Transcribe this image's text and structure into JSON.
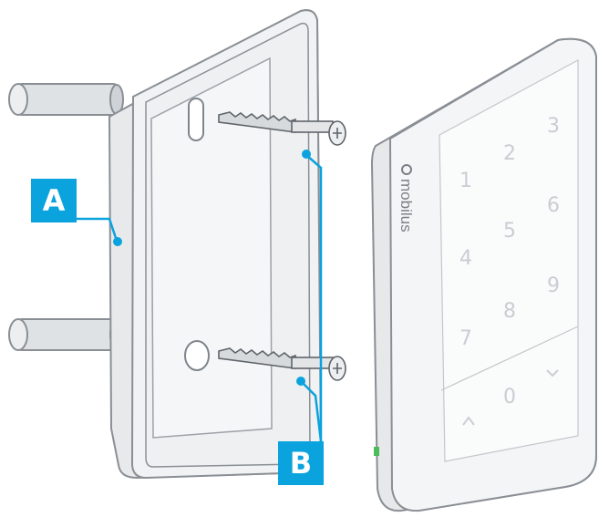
{
  "accent_color": "#0aa3de",
  "callouts": {
    "a": {
      "label": "A"
    },
    "b": {
      "label": "B"
    }
  },
  "keypad": {
    "brand": "mobilus",
    "keys": [
      "1",
      "2",
      "3",
      "4",
      "5",
      "6",
      "7",
      "8",
      "9",
      "0"
    ],
    "icons": [
      "back-arrow-icon",
      "check-icon"
    ]
  }
}
